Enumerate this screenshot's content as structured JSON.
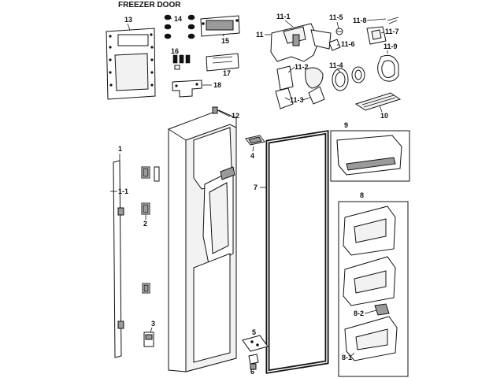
{
  "diagram": {
    "title": "FREEZER DOOR",
    "callouts": {
      "p1": "1",
      "p1_1": "1-1",
      "p2": "2",
      "p3": "3",
      "p4": "4",
      "p5": "5",
      "p6": "6",
      "p7": "7",
      "p8": "8",
      "p8_1": "8-1",
      "p8_2": "8-2",
      "p9": "9",
      "p10": "10",
      "p11": "11",
      "p11_1": "11-1",
      "p11_2": "11-2",
      "p11_3": "11-3",
      "p11_4": "11-4",
      "p11_5": "11-5",
      "p11_6": "11-6",
      "p11_7": "11-7",
      "p11_8": "11-8",
      "p11_9": "11-9",
      "p12": "12",
      "p13": "13",
      "p14": "14",
      "p15": "15",
      "p16": "16",
      "p17": "17",
      "p18": "18"
    }
  }
}
